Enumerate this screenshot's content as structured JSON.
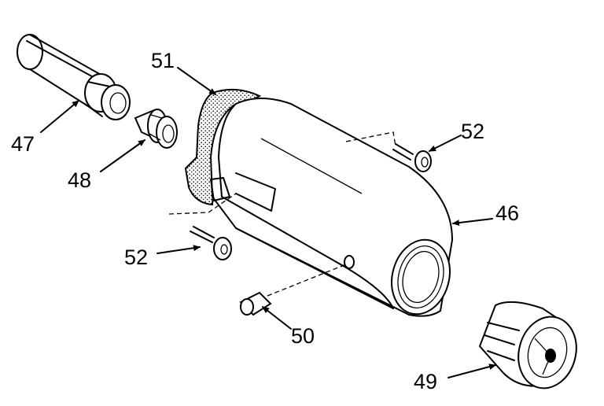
{
  "labels": {
    "p47": "47",
    "p48": "48",
    "p51": "51",
    "p52_top": "52",
    "p46": "46",
    "p52_left": "52",
    "p50": "50",
    "p49": "49"
  },
  "colors": {
    "ink": "#000000",
    "paper": "#ffffff"
  }
}
